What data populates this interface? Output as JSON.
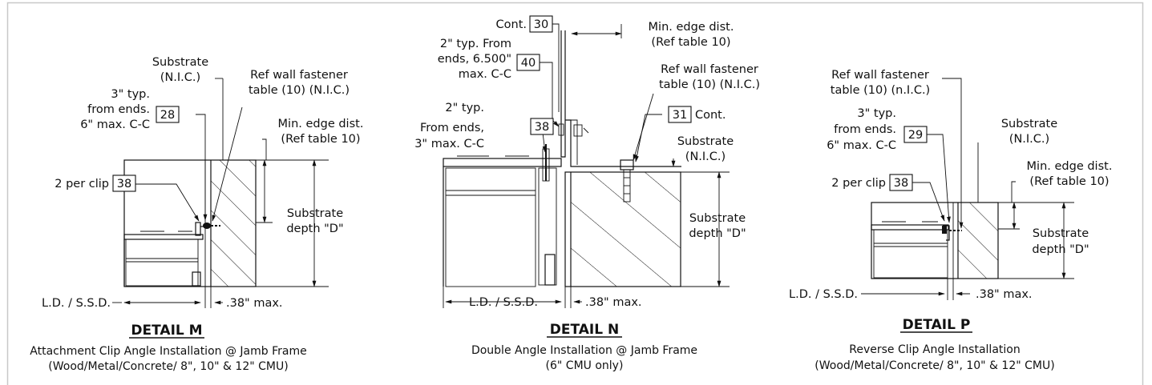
{
  "details": [
    {
      "id": "M",
      "title": "DETAIL M",
      "caption_line1": "Attachment Clip Angle Installation @ Jamb Frame",
      "caption_line2": "(Wood/Metal/Concrete/ 8\", 10\" & 12\" CMU)",
      "callouts": {
        "substrate_1": "Substrate",
        "substrate_2": "(N.I.C.)",
        "ref_wall_1": "Ref wall fastener",
        "ref_wall_2": "table (10) (N.I.C.)",
        "spacing_1": "3\" typ.",
        "spacing_2": "from ends.",
        "spacing_3": "6\" max. C-C",
        "spacing_tag": "28",
        "min_edge_1": "Min. edge dist.",
        "min_edge_2": "(Ref table 10)",
        "per_clip": "2 per clip",
        "per_clip_tag": "38",
        "depth_1": "Substrate",
        "depth_2": "depth \"D\"",
        "ld": "L.D. / S.S.D.",
        "gap": ".38\" max."
      }
    },
    {
      "id": "N",
      "title": "DETAIL N",
      "caption_line1": "Double Angle Installation @ Jamb Frame",
      "caption_line2": "(6\" CMU only)",
      "callouts": {
        "cont_top": "Cont.",
        "cont_top_tag": "30",
        "min_edge_1": "Min. edge dist.",
        "min_edge_2": "(Ref table 10)",
        "from_ends_1": "2\" typ. From",
        "from_ends_2": "ends, 6.500\"",
        "from_ends_3": "max. C-C",
        "from_ends_tag": "40",
        "ref_wall_1": "Ref wall fastener",
        "ref_wall_2": "table (10) (N.I.C.)",
        "cont_right_tag": "31",
        "cont_right": "Cont.",
        "typ_1": "2\" typ.",
        "typ_2": "From ends,",
        "typ_3": "3\" max. C-C",
        "typ_tag": "38",
        "substrate_1": "Substrate",
        "substrate_2": "(N.I.C.)",
        "depth_1": "Substrate",
        "depth_2": "depth \"D\"",
        "ld": "L.D. / S.S.D.",
        "gap": ".38\" max."
      }
    },
    {
      "id": "P",
      "title": "DETAIL P",
      "caption_line1": "Reverse Clip Angle Installation",
      "caption_line2": "(Wood/Metal/Concrete/ 8\", 10\" & 12\" CMU)",
      "callouts": {
        "ref_wall_1": "Ref wall fastener",
        "ref_wall_2": "table (10) (n.I.C.)",
        "spacing_1": "3\" typ.",
        "spacing_2": "from ends.",
        "spacing_3": "6\" max. C-C",
        "spacing_tag": "29",
        "substrate_1": "Substrate",
        "substrate_2": "(N.I.C.)",
        "min_edge_1": "Min. edge dist.",
        "min_edge_2": "(Ref table 10)",
        "per_clip": "2 per clip",
        "per_clip_tag": "38",
        "depth_1": "Substrate",
        "depth_2": "depth \"D\"",
        "ld": "L.D. / S.S.D.",
        "gap": ".38\" max."
      }
    }
  ]
}
